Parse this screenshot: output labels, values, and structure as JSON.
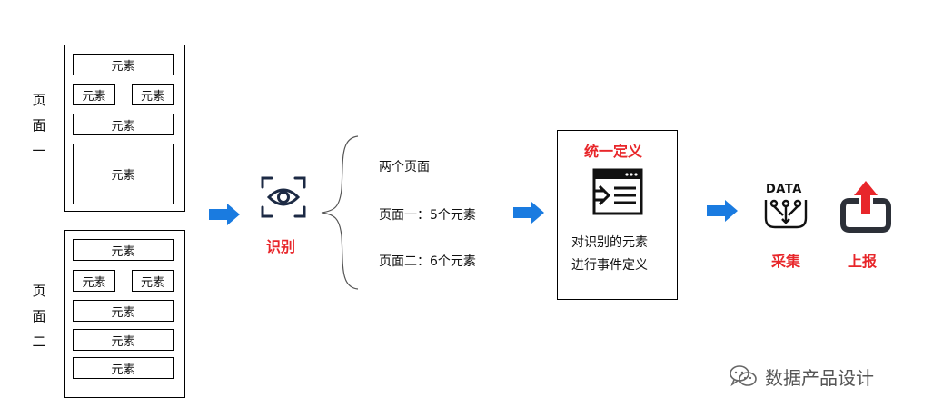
{
  "page1": {
    "label": "页\n面\n一",
    "elements": [
      "元素",
      "元素",
      "元素",
      "元素",
      "元素"
    ]
  },
  "page2": {
    "label": "页\n面\n二",
    "elements": [
      "元素",
      "元素",
      "元素",
      "元素",
      "元素",
      "元素"
    ]
  },
  "identify": {
    "label": "识别",
    "icon": "eye-scan-icon"
  },
  "summary": {
    "line1": "两个页面",
    "line2": "页面一：5个元素",
    "line3": "页面二：6个元素"
  },
  "unify": {
    "title": "统一定义",
    "icon": "webpage-code-icon",
    "desc1": "对识别的元素",
    "desc2": "进行事件定义"
  },
  "collect": {
    "label": "采集",
    "icon_text": "DATA",
    "icon": "data-collect-icon"
  },
  "report": {
    "label": "上报",
    "icon": "upload-icon"
  },
  "watermark": {
    "text": "数据产品设计",
    "icon": "wechat-icon"
  },
  "colors": {
    "arrow": "#1a7be0",
    "accent": "#e8262a"
  }
}
